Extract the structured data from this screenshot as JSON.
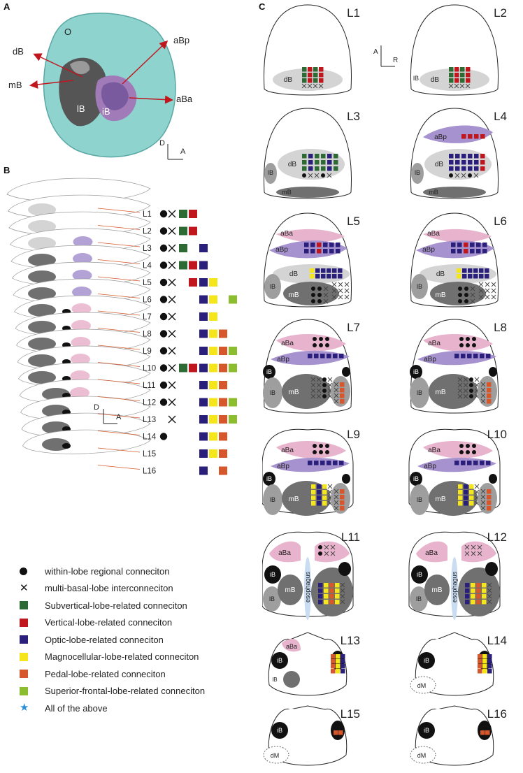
{
  "panels": {
    "a": {
      "letter": "A",
      "labels": {
        "o": "O",
        "db": "dB",
        "mb": "mB",
        "lb": "lB",
        "ib": "iB",
        "abp": "aBp",
        "aba": "aBa"
      },
      "axis": {
        "d": "D",
        "a": "A"
      }
    },
    "b": {
      "letter": "B",
      "axis": {
        "d": "D",
        "a": "A"
      },
      "levels": [
        {
          "label": "L1",
          "symbols": [
            "dot",
            "x",
            "sv",
            "v"
          ]
        },
        {
          "label": "L2",
          "symbols": [
            "dot",
            "x",
            "sv",
            "v"
          ]
        },
        {
          "label": "L3",
          "symbols": [
            "dot",
            "x",
            "sv",
            "o"
          ]
        },
        {
          "label": "L4",
          "symbols": [
            "dot",
            "x",
            "sv",
            "v",
            "o"
          ]
        },
        {
          "label": "L5",
          "symbols": [
            "dot",
            "x",
            "v",
            "o",
            "m"
          ]
        },
        {
          "label": "L6",
          "symbols": [
            "dot",
            "x",
            "o",
            "m",
            "sf"
          ]
        },
        {
          "label": "L7",
          "symbols": [
            "dot",
            "x",
            "o",
            "m"
          ]
        },
        {
          "label": "L8",
          "symbols": [
            "dot",
            "x",
            "o",
            "m",
            "p"
          ]
        },
        {
          "label": "L9",
          "symbols": [
            "dot",
            "x",
            "o",
            "m",
            "p",
            "sf"
          ]
        },
        {
          "label": "L10",
          "symbols": [
            "dot",
            "x",
            "sv",
            "v",
            "o",
            "m",
            "p",
            "sf"
          ]
        },
        {
          "label": "L11",
          "symbols": [
            "dot",
            "x",
            "o",
            "m",
            "p"
          ]
        },
        {
          "label": "L12",
          "symbols": [
            "dot",
            "x",
            "o",
            "m",
            "p",
            "sf"
          ]
        },
        {
          "label": "L13",
          "symbols": [
            "x",
            "o",
            "m",
            "p",
            "sf"
          ]
        },
        {
          "label": "L14",
          "symbols": [
            "dot",
            "o",
            "m",
            "p"
          ]
        },
        {
          "label": "L15",
          "symbols": [
            "o",
            "m",
            "p"
          ]
        },
        {
          "label": "L16",
          "symbols": [
            "o",
            "p"
          ]
        }
      ]
    },
    "c": {
      "letter": "C",
      "orientation": {
        "a": "A",
        "r": "R"
      },
      "levels": [
        "L1",
        "L2",
        "L3",
        "L4",
        "L5",
        "L6",
        "L7",
        "L8",
        "L9",
        "L10",
        "L11",
        "L12",
        "L13",
        "L14",
        "L15",
        "L16"
      ],
      "region_labels": {
        "db": "dB",
        "lb": "lB",
        "mb": "mB",
        "ib": "iB",
        "aba": "aBa",
        "abp": "aBp",
        "dm": "dM",
        "esophagus": "esophagus"
      }
    }
  },
  "colors": {
    "sv": "#2e6b34",
    "v": "#c0171f",
    "o": "#2a1f7a",
    "m": "#f5e51b",
    "p": "#d6572b",
    "sf": "#8cbd2e",
    "star": "#2a8fd6",
    "lobe_light": "#d4d4d4",
    "lobe_mid": "#9e9e9e",
    "lobe_dark": "#707070",
    "aba_pink": "#e8b3cc",
    "abp_purple": "#a692cf",
    "esophagus": "#c9dcf2"
  },
  "legend": [
    {
      "symbol": "dot",
      "label": "within-lobe regional conneciton"
    },
    {
      "symbol": "x",
      "label": "multi-basal-lobe interconneciton"
    },
    {
      "symbol": "sv",
      "label": "Subvertical-lobe-related conneciton"
    },
    {
      "symbol": "v",
      "label": "Vertical-lobe-related conneciton"
    },
    {
      "symbol": "o",
      "label": "Optic-lobe-related conneciton"
    },
    {
      "symbol": "m",
      "label": "Magnocellular-lobe-related conneciton"
    },
    {
      "symbol": "p",
      "label": "Pedal-lobe-related conneciton"
    },
    {
      "symbol": "sf",
      "label": "Superior-frontal-lobe-related conneciton"
    },
    {
      "symbol": "star",
      "label": "All of the above"
    }
  ]
}
